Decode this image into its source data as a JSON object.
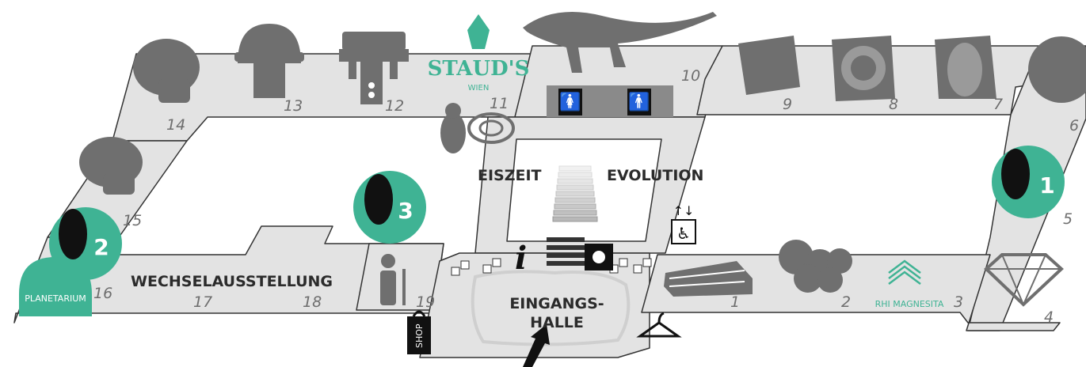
{
  "rooms": {
    "r1": "1",
    "r2": "2",
    "r3": "3",
    "r4": "4",
    "r5": "5",
    "r6": "6",
    "r7": "7",
    "r8": "8",
    "r9": "9",
    "r10": "10",
    "r11": "11",
    "r12": "12",
    "r13": "13",
    "r14": "14",
    "r15": "15",
    "r16": "16",
    "r17": "17",
    "r18": "18",
    "r19": "19"
  },
  "areas": {
    "eiszeit": "EISZEIT",
    "evolution": "EVOLUTION",
    "wechselausstellung": "WECHSELAUSSTELLUNG",
    "eingangshalle_line1": "EINGANGS-",
    "eingangshalle_line2": "HALLE"
  },
  "badges": {
    "b1": "1",
    "b2": "2",
    "b3": "3"
  },
  "brands": {
    "stauds_main": "STAUD'S",
    "stauds_sub": "WIEN",
    "rhi": "RHI MAGNESITA",
    "planetarium": "PLANETARIUM",
    "shop": "SHOP",
    "info": "i"
  },
  "colors": {
    "floor": "#e3e3e3",
    "floor_stroke": "#333333",
    "icon_gray": "#6f6f6f",
    "accent_green": "#3fb394",
    "text_dark": "#2b2b2b"
  },
  "icons": [
    "skull-icon",
    "helmet-icon",
    "horse-figurine-icon",
    "dinosaur-skeleton-icon",
    "fossil-fish-icon",
    "ammonite-icon",
    "trilobite-icon",
    "globe-icon",
    "toucan-icon",
    "venus-figurine-icon",
    "spiral-icon",
    "elevator-icon",
    "restroom-icon",
    "assembly-point-icon",
    "info-icon",
    "elderly-icon",
    "shop-icon",
    "coat-hanger-icon",
    "crystal-icon",
    "mineral-cluster-icon",
    "diamond-icon",
    "entrance-arrow-icon"
  ]
}
